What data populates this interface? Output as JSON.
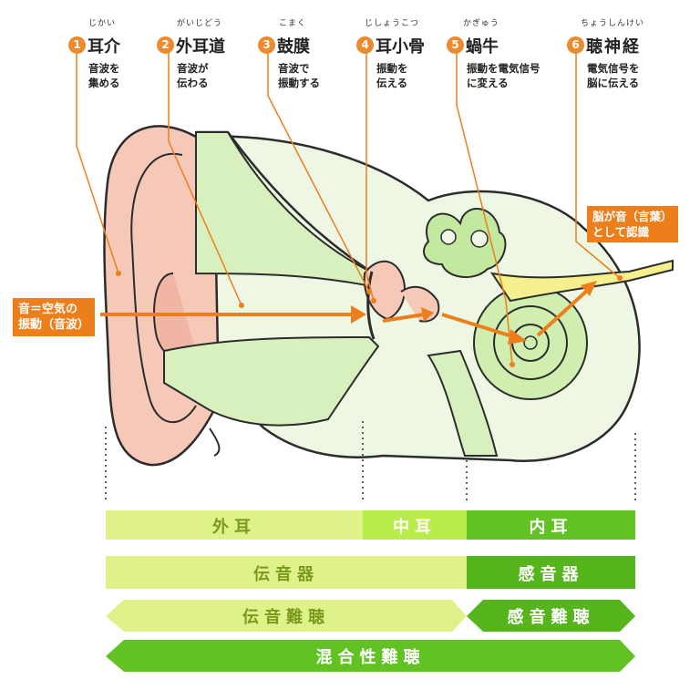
{
  "labels": [
    {
      "num": "1",
      "ruby": "じかい",
      "title": "耳介",
      "desc": [
        "音波を",
        "集める"
      ]
    },
    {
      "num": "2",
      "ruby": "がいじどう",
      "title": "外耳道",
      "desc": [
        "音波が",
        "伝わる"
      ]
    },
    {
      "num": "3",
      "ruby": "こまく",
      "title": "鼓膜",
      "desc": [
        "音波で",
        "振動する"
      ]
    },
    {
      "num": "4",
      "ruby": "じしょうこつ",
      "title": "耳小骨",
      "desc": [
        "振動を",
        "伝える"
      ]
    },
    {
      "num": "5",
      "ruby": "かぎゅう",
      "title": "蝸牛",
      "desc": [
        "振動を電気信号",
        "に変える"
      ]
    },
    {
      "num": "6",
      "ruby": "ちょうしんけい",
      "title": "聴神経",
      "desc": [
        "電気信号を",
        "脳に伝える"
      ]
    }
  ],
  "callouts": {
    "sound_input": [
      "音＝空気の",
      "振動（音波）"
    ],
    "brain": [
      "脳が音（言葉）",
      "として認識"
    ]
  },
  "sections": {
    "outer": "外耳",
    "middle": "中耳",
    "inner": "内耳"
  },
  "categories": {
    "conductive_organ": "伝音器",
    "sensory_organ": "感音器",
    "conductive_loss": "伝音難聴",
    "sensorineural_loss": "感音難聴",
    "mixed_loss": "混合性難聴"
  },
  "colors": {
    "accent_orange": "#ec7f1c",
    "pale_yellow_green": "#dff28a",
    "lime": "#b7ec4a",
    "green": "#62c223",
    "dark_green": "#56b41c",
    "ear_pink": "#f6c8b8",
    "tissue_green": "#d8f0be"
  }
}
